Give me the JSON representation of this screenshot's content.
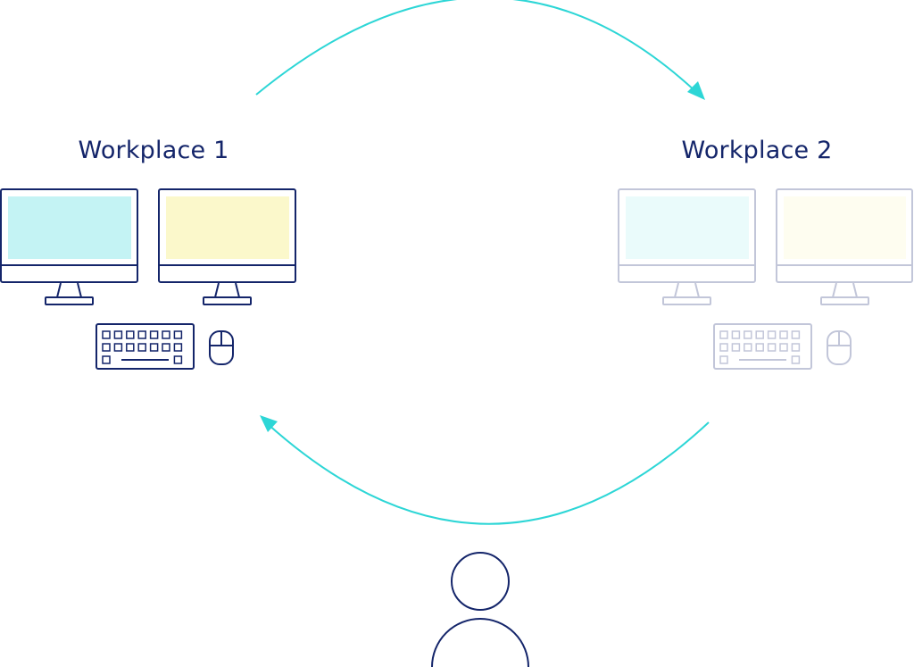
{
  "workplaces": [
    {
      "title": "Workplace 1",
      "state": "active",
      "monitor_icons": [
        "monitor-icon",
        "monitor-icon"
      ],
      "peripheral_icons": [
        "keyboard-icon",
        "mouse-icon"
      ]
    },
    {
      "title": "Workplace 2",
      "state": "inactive",
      "monitor_icons": [
        "monitor-icon",
        "monitor-icon"
      ],
      "peripheral_icons": [
        "keyboard-icon",
        "mouse-icon"
      ]
    }
  ],
  "user_icon": "user-icon",
  "flow": [
    {
      "from": "Workplace 1",
      "to": "Workplace 2"
    },
    {
      "from": "Workplace 2",
      "to": "Workplace 1"
    }
  ],
  "colors": {
    "outline_active": "#14256a",
    "outline_inactive": "#c2c6d9",
    "screen_blue_active": "#c4f3f4",
    "screen_yellow_active": "#fbf8cb",
    "screen_blue_inactive": "#eafbfb",
    "screen_yellow_inactive": "#fefdf0",
    "arrow": "#2dd6d6",
    "title_text": "#14256a"
  }
}
